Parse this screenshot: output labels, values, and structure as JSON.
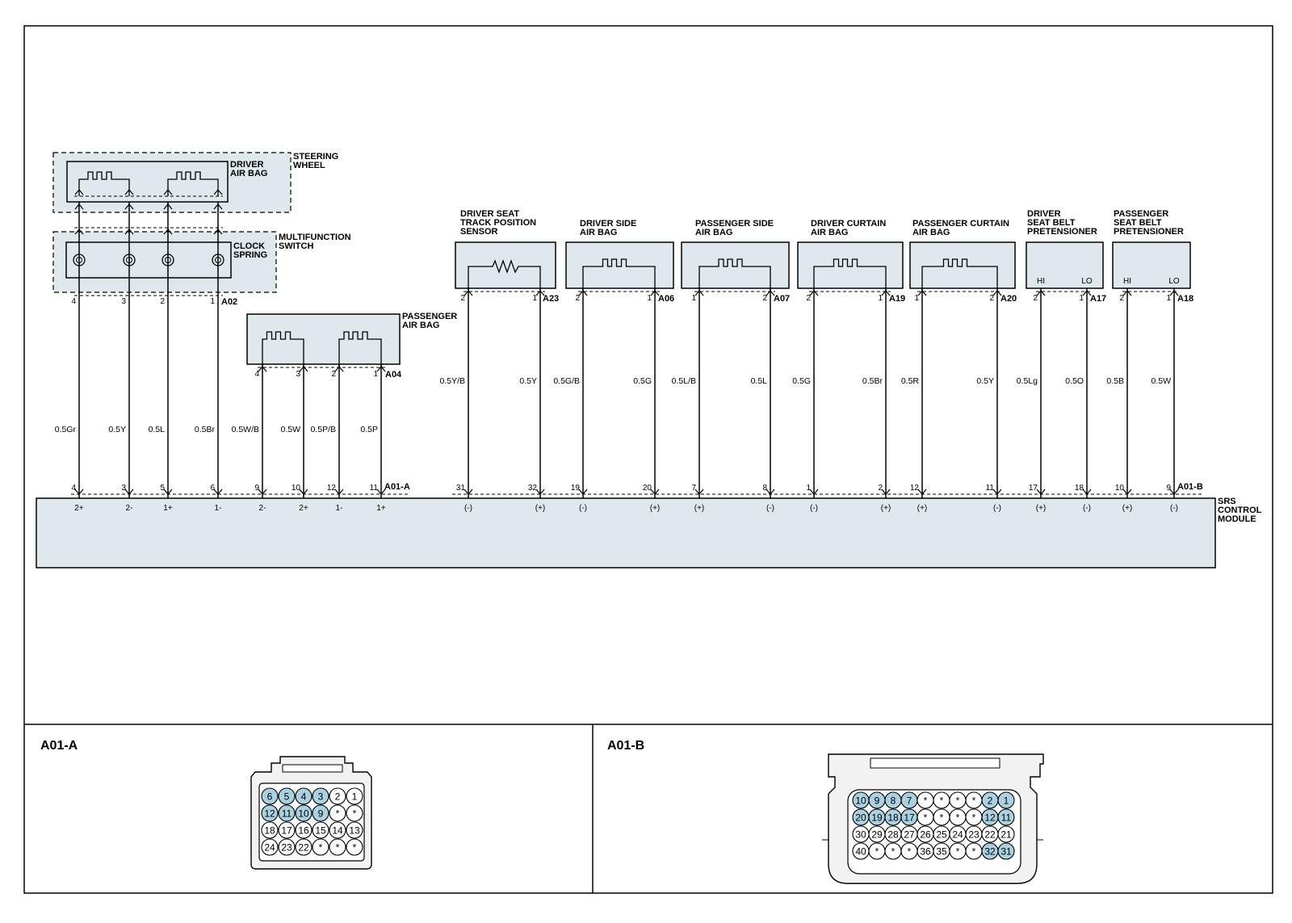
{
  "components": {
    "steering_wheel": "STEERING\nWHEEL",
    "driver_airbag": "DRIVER\nAIR BAG",
    "multifunction_switch": "MULTIFUNCTION\nSWITCH",
    "clock_spring": "CLOCK\nSPRING",
    "passenger_airbag": "PASSENGER\nAIR BAG",
    "seat_track_sensor": "DRIVER SEAT\nTRACK POSITION\nSENSOR",
    "driver_side_airbag": "DRIVER SIDE\nAIR BAG",
    "passenger_side_airbag": "PASSENGER SIDE\nAIR BAG",
    "driver_curtain_airbag": "DRIVER CURTAIN\nAIR BAG",
    "passenger_curtain_airbag": "PASSENGER CURTAIN\nAIR BAG",
    "driver_pretensioner": "DRIVER\nSEAT BELT\nPRETENSIONER",
    "passenger_pretensioner": "PASSENGER\nSEAT BELT\nPRETENSIONER",
    "srs_module": "SRS\nCONTROL\nMODULE",
    "hi": "HI",
    "lo": "LO"
  },
  "connectors": {
    "a02": "A02",
    "a04": "A04",
    "a23": "A23",
    "a06": "A06",
    "a07": "A07",
    "a19": "A19",
    "a20": "A20",
    "a17": "A17",
    "a18": "A18",
    "a01a": "A01-A",
    "a01b": "A01-B"
  },
  "wires": [
    {
      "id": "w1",
      "comp_pin": "4",
      "color": "0.5Gr",
      "module_pin": "4",
      "terminal": "2+"
    },
    {
      "id": "w2",
      "comp_pin": "3",
      "color": "0.5Y",
      "module_pin": "3",
      "terminal": "2-"
    },
    {
      "id": "w3",
      "comp_pin": "2",
      "color": "0.5L",
      "module_pin": "5",
      "terminal": "1+"
    },
    {
      "id": "w4",
      "comp_pin": "1",
      "color": "0.5Br",
      "module_pin": "6",
      "terminal": "1-"
    },
    {
      "id": "w5",
      "comp_pin": "4",
      "color": "0.5W/B",
      "module_pin": "9",
      "terminal": "2-"
    },
    {
      "id": "w6",
      "comp_pin": "3",
      "color": "0.5W",
      "module_pin": "10",
      "terminal": "2+"
    },
    {
      "id": "w7",
      "comp_pin": "2",
      "color": "0.5P/B",
      "module_pin": "12",
      "terminal": "1-"
    },
    {
      "id": "w8",
      "comp_pin": "1",
      "color": "0.5P",
      "module_pin": "11",
      "terminal": "1+"
    },
    {
      "id": "w9",
      "comp_pin": "2",
      "color": "0.5Y/B",
      "module_pin": "31",
      "terminal": "(-)"
    },
    {
      "id": "w10",
      "comp_pin": "1",
      "color": "0.5Y",
      "module_pin": "32",
      "terminal": "(+)"
    },
    {
      "id": "w11",
      "comp_pin": "2",
      "color": "0.5G/B",
      "module_pin": "19",
      "terminal": "(-)"
    },
    {
      "id": "w12",
      "comp_pin": "1",
      "color": "0.5G",
      "module_pin": "20",
      "terminal": "(+)"
    },
    {
      "id": "w13",
      "comp_pin": "1",
      "color": "0.5L/B",
      "module_pin": "7",
      "terminal": "(+)"
    },
    {
      "id": "w14",
      "comp_pin": "2",
      "color": "0.5L",
      "module_pin": "8",
      "terminal": "(-)"
    },
    {
      "id": "w15",
      "comp_pin": "2",
      "color": "0.5G",
      "module_pin": "1",
      "terminal": "(-)"
    },
    {
      "id": "w16",
      "comp_pin": "1",
      "color": "0.5Br",
      "module_pin": "2",
      "terminal": "(+)"
    },
    {
      "id": "w17",
      "comp_pin": "1",
      "color": "0.5R",
      "module_pin": "12",
      "terminal": "(+)"
    },
    {
      "id": "w18",
      "comp_pin": "2",
      "color": "0.5Y",
      "module_pin": "11",
      "terminal": "(-)"
    },
    {
      "id": "w19",
      "comp_pin": "2",
      "color": "0.5Lg",
      "module_pin": "17",
      "terminal": "(+)"
    },
    {
      "id": "w20",
      "comp_pin": "1",
      "color": "0.5O",
      "module_pin": "18",
      "terminal": "(-)"
    },
    {
      "id": "w21",
      "comp_pin": "2",
      "color": "0.5B",
      "module_pin": "10",
      "terminal": "(+)"
    },
    {
      "id": "w22",
      "comp_pin": "1",
      "color": "0.5W",
      "module_pin": "9",
      "terminal": "(-)"
    }
  ],
  "connector_a01a": {
    "title": "A01-A",
    "rows": [
      [
        "6",
        "5",
        "4",
        "3",
        "2",
        "1"
      ],
      [
        "12",
        "11",
        "10",
        "9",
        "*",
        "*"
      ],
      [
        "18",
        "17",
        "16",
        "15",
        "14",
        "13"
      ],
      [
        "24",
        "23",
        "22",
        "*",
        "*",
        "*"
      ]
    ],
    "used": [
      "3",
      "4",
      "5",
      "6",
      "9",
      "10",
      "11",
      "12"
    ]
  },
  "connector_a01b": {
    "title": "A01-B",
    "rows": [
      [
        "10",
        "9",
        "8",
        "7",
        "*",
        "*",
        "*",
        "*",
        "2",
        "1"
      ],
      [
        "20",
        "19",
        "18",
        "17",
        "*",
        "*",
        "*",
        "*",
        "12",
        "11"
      ],
      [
        "30",
        "29",
        "28",
        "27",
        "26",
        "25",
        "24",
        "23",
        "22",
        "21"
      ],
      [
        "40",
        "*",
        "*",
        "*",
        "36",
        "35",
        "*",
        "*",
        "32",
        "31"
      ]
    ],
    "used": [
      "1",
      "2",
      "7",
      "8",
      "9",
      "10",
      "11",
      "12",
      "17",
      "18",
      "19",
      "20",
      "31",
      "32"
    ]
  },
  "colors": {
    "fill": "#dfe8ec",
    "used_pin": "#a9d1df",
    "line": "#000000"
  }
}
